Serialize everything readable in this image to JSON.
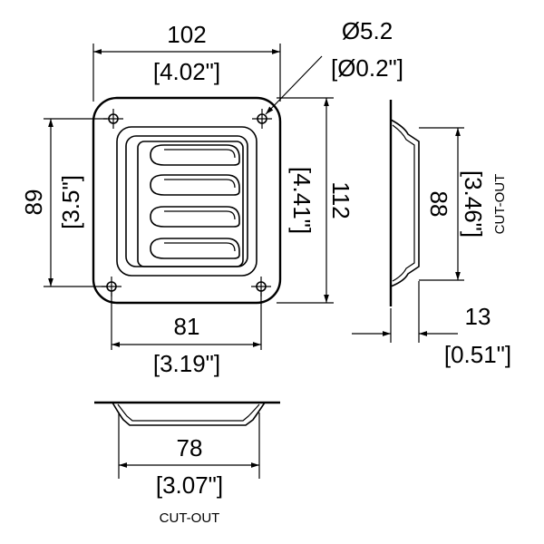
{
  "diagram": {
    "colors": {
      "line": "#000000",
      "background": "#ffffff"
    },
    "front_view": {
      "width_mm": "102",
      "width_in": "[4.02\"]",
      "hole_dia_mm": "Ø5.2",
      "hole_dia_in": "[Ø0.2\"]",
      "left_height_mm": "89",
      "left_height_in": "[3.5\"]",
      "right_height_mm": "112",
      "right_height_in": "[4.41\"]",
      "hole_spacing_mm": "81",
      "hole_spacing_in": "[3.19\"]",
      "louver_count": 4
    },
    "side_view": {
      "cutout_mm": "88",
      "cutout_in": "[3.46\"]",
      "cutout_label": "CUT-OUT",
      "depth_mm": "13",
      "depth_in": "[0.51\"]"
    },
    "bottom_view": {
      "cutout_mm": "78",
      "cutout_in": "[3.07\"]",
      "cutout_label": "CUT-OUT"
    }
  }
}
